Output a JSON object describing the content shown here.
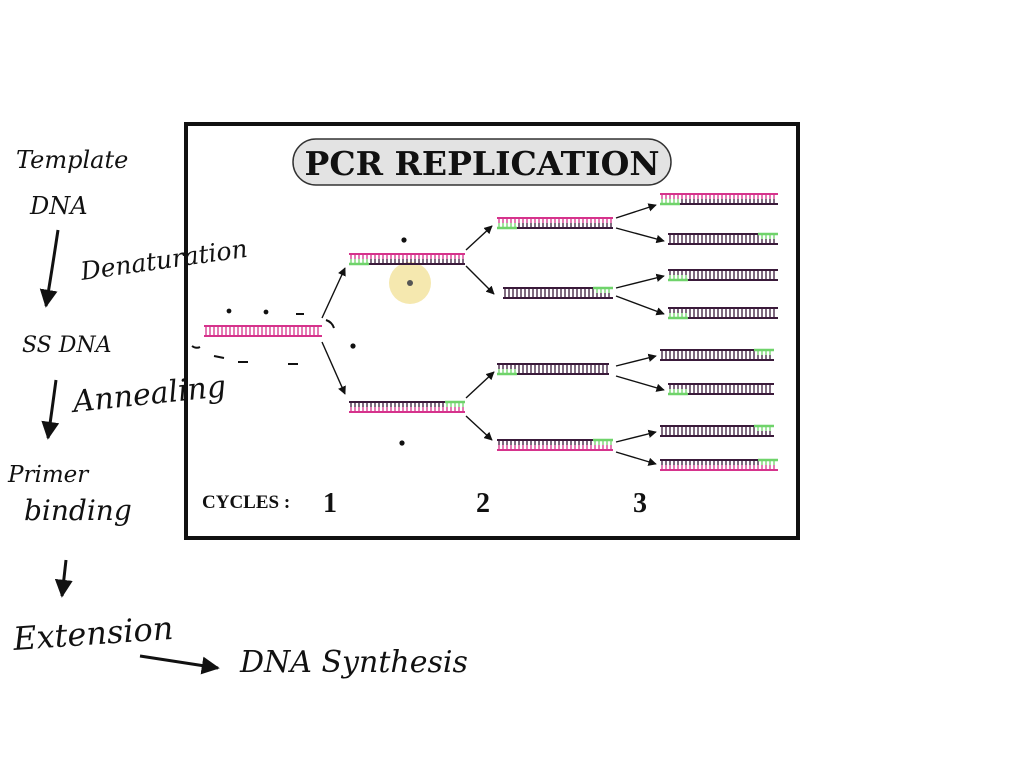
{
  "colors": {
    "strand_template": "#d6338c",
    "strand_new": "#3a1a3a",
    "primer": "#6fd36a",
    "frame": "#111111",
    "title_pill": "#e3e3e3",
    "ink": "#111111",
    "highlight": "#f4e6a6"
  },
  "diagram": {
    "title": "PCR REPLICATION",
    "cycles_label": "CYCLES :",
    "cycles": [
      "1",
      "2",
      "3"
    ]
  },
  "notes": {
    "template_line1": "Template",
    "template_line2": "DNA",
    "denaturation": "Denaturation",
    "ss_dna": "SS DNA",
    "annealing": "Annealing",
    "primer_line1": "Primer",
    "primer_line2": "binding",
    "extension": "Extension",
    "dna_synthesis": "DNA Synthesis"
  }
}
